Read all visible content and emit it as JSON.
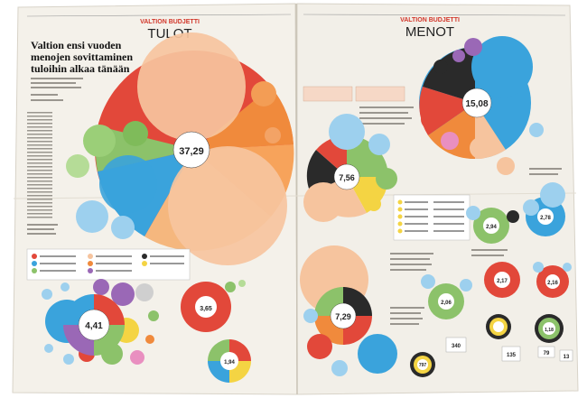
{
  "left_page": {
    "header_label": "VALTION BUDJETTI",
    "section_title": "TULOT",
    "headline": [
      "Valtion ensi vuoden",
      "menojen sovittaminen",
      "tuloihin alkaa tänään"
    ],
    "center_values": {
      "main": "37,29",
      "bottom_large": "4,41",
      "bottom_mid": "3,65",
      "bottom_small": "1,94"
    }
  },
  "right_page": {
    "header_label": "VALTION BUDJETTI",
    "section_title": "MENOT",
    "center_values": {
      "top": "15,08",
      "mid": "7,56",
      "bottom_large": "7,29",
      "c1": "2,94",
      "c2": "2,78",
      "c3": "2,17",
      "c4": "2,16",
      "c5": "2,06",
      "c6": "1,18",
      "n1": "340",
      "n2": "797",
      "n3": "135",
      "n4": "79",
      "n5": "13"
    }
  },
  "colors": {
    "paper": "#f4f1ea",
    "red": "#e2483a",
    "peach": "#f6c49e",
    "orange": "#f08a3c",
    "blue": "#3aa3dc",
    "light_blue": "#9dd0ee",
    "green": "#8cc26a",
    "dark": "#2a2a2a",
    "yellow": "#f4d443",
    "purple": "#9a68b6"
  }
}
